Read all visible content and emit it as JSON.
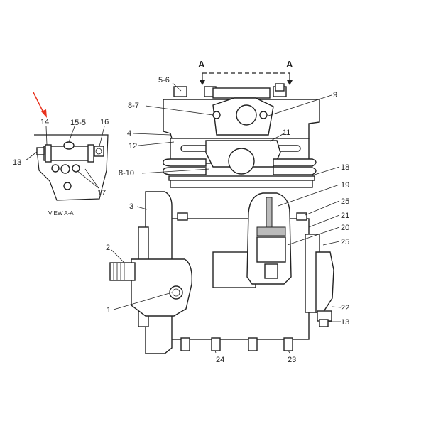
{
  "diagram": {
    "accent_color": "#e8321e",
    "section_marker": "A",
    "view_caption": "VIEW A-A",
    "view_labels": {
      "l14": "14",
      "l15": "15-5",
      "l16": "16",
      "l13": "13",
      "l17": "17"
    },
    "main_labels": {
      "l56": "5-6",
      "l87": "8-7",
      "l9": "9",
      "l4": "4",
      "l12": "12",
      "l11": "11",
      "l810": "8-10",
      "l18": "18",
      "l19": "19",
      "l25a": "25",
      "l21": "21",
      "l20": "20",
      "l25b": "25",
      "l3": "3",
      "l2": "2",
      "l1": "1",
      "l22": "22",
      "l13b": "13",
      "l24": "24",
      "l23": "23"
    }
  }
}
